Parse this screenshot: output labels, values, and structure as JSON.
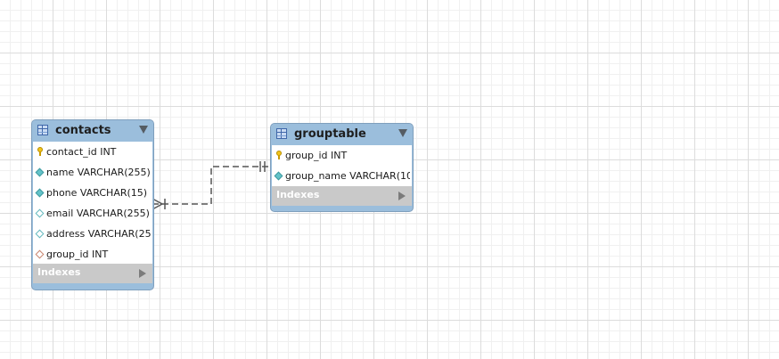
{
  "tables": {
    "contacts": {
      "name": "contacts",
      "columns": [
        {
          "label": "contact_id INT",
          "icon": "primary-key-icon"
        },
        {
          "label": "name VARCHAR(255)",
          "icon": "not-null-column-icon"
        },
        {
          "label": "phone VARCHAR(15)",
          "icon": "not-null-column-icon"
        },
        {
          "label": "email VARCHAR(255)",
          "icon": "nullable-column-icon"
        },
        {
          "label": "address VARCHAR(25...",
          "icon": "nullable-column-icon"
        },
        {
          "label": "group_id INT",
          "icon": "foreign-key-column-icon"
        }
      ],
      "indexes_label": "Indexes"
    },
    "grouptable": {
      "name": "grouptable",
      "columns": [
        {
          "label": "group_id INT",
          "icon": "primary-key-icon"
        },
        {
          "label": "group_name VARCHAR(10...",
          "icon": "not-null-column-icon"
        }
      ],
      "indexes_label": "Indexes"
    }
  },
  "relationship": {
    "from": "contacts",
    "to": "grouptable",
    "from_notation": "many-mandatory",
    "to_notation": "one-mandatory",
    "style": "dashed"
  },
  "colors": {
    "header": "#9bbedc",
    "header_border": "#7f9fbd",
    "indexes_bar": "#c9c9c9",
    "grid_major": "#dcdcdc",
    "grid_minor": "#f0f0f0",
    "relationship_line": "#555555"
  }
}
